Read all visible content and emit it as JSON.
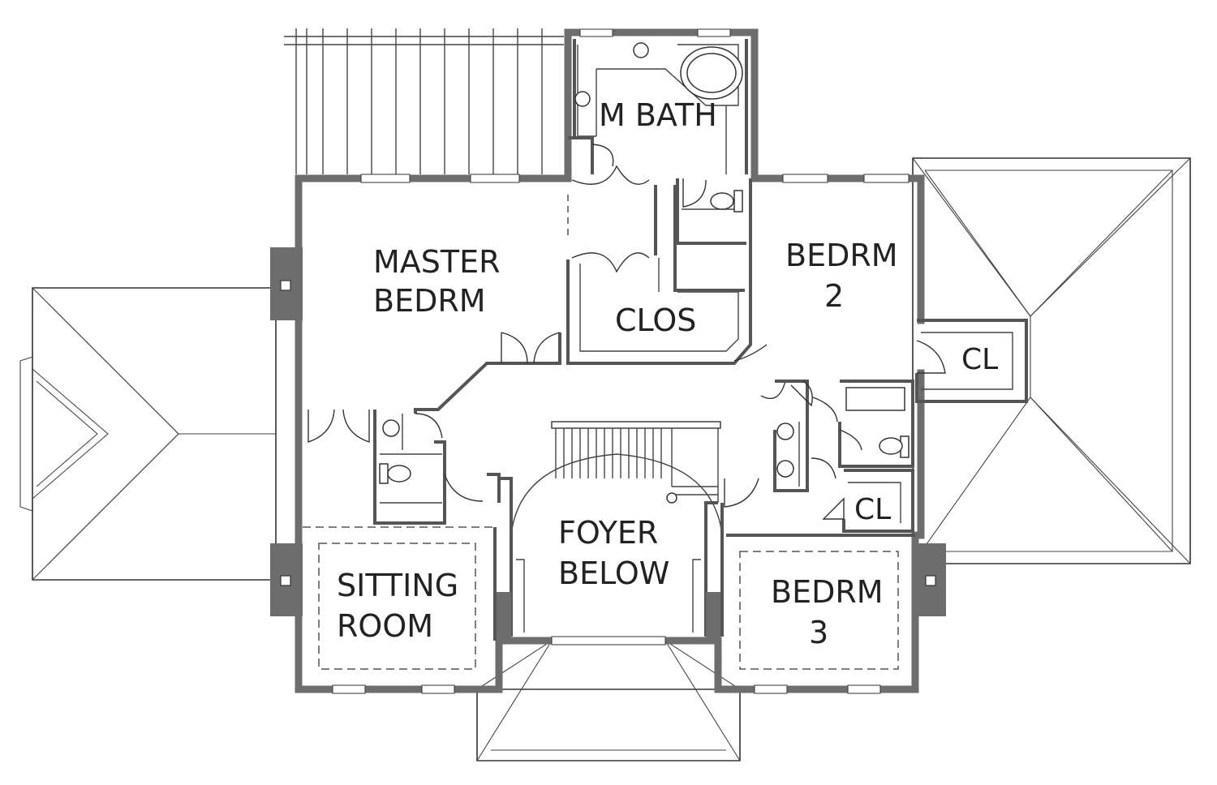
{
  "rooms": {
    "m_bath": "M BATH",
    "master_line1": "MASTER",
    "master_line2": "BEDRM",
    "clos": "CLOS",
    "bedrm2_line1": "BEDRM",
    "bedrm2_line2": "2",
    "cl_upper": "CL",
    "cl_lower": "CL",
    "foyer_line1": "FOYER",
    "foyer_line2": "BELOW",
    "sitting_line1": "SITTING",
    "sitting_line2": "ROOM",
    "bedrm3_line1": "BEDRM",
    "bedrm3_line2": "3"
  },
  "colors": {
    "wall": "#6d6d6d",
    "line": "#333333",
    "background": "#ffffff"
  }
}
